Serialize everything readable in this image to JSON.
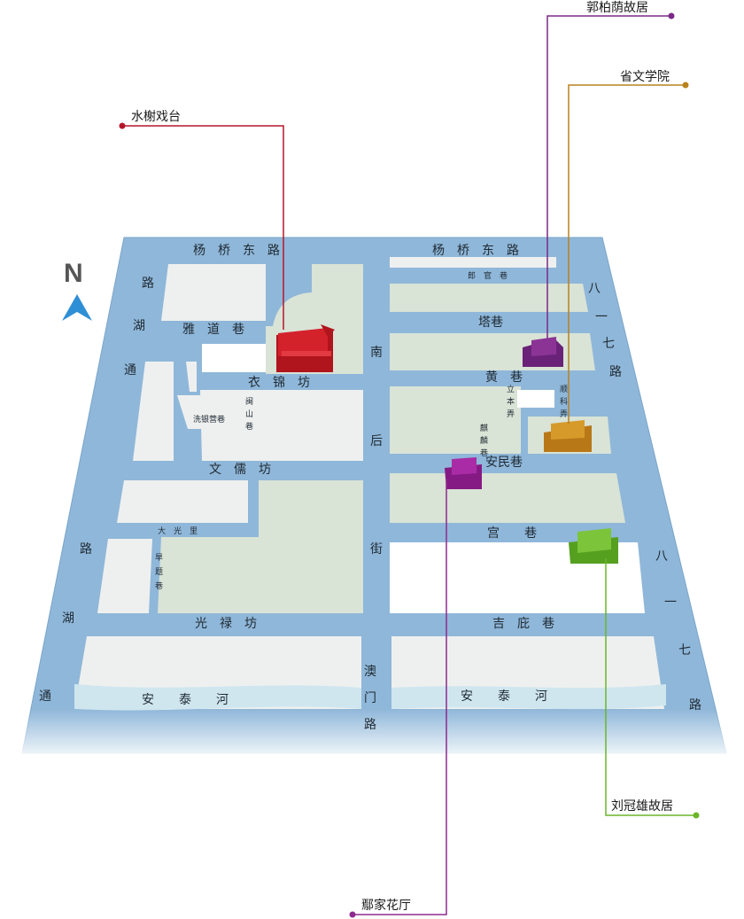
{
  "compass": {
    "label": "N",
    "icon": "north-arrow-icon",
    "color": "#2e8fd6"
  },
  "colors": {
    "road": "#8fb7d9",
    "road_edge": "#7aa5ca",
    "block_green": "#d9e3d6",
    "block_light": "#eef0ef",
    "river": "#cfe6ef"
  },
  "streets": {
    "yangqiao_west": "杨　桥　东　路",
    "yangqiao_east": "杨　桥　东　路",
    "langguan": "郎　官　巷",
    "ta": "塔巷",
    "huang": "黄　巷",
    "yadao": "雅　道　巷",
    "yijin": "衣　锦　坊",
    "xiyinying": "洗银营巷",
    "minshan": [
      "闽",
      "山",
      "巷"
    ],
    "liben": [
      "立",
      "本",
      "弄"
    ],
    "shunke": [
      "顺",
      "科",
      "弄"
    ],
    "qilin": [
      "麒",
      "麟",
      "巷"
    ],
    "anmin": "安民巷",
    "wenru": "文　儒　坊",
    "daguangli": "大　光　里",
    "hanti": [
      "旱",
      "题",
      "巷"
    ],
    "gong": "宫　　巷",
    "guanglu": "光　禄　坊",
    "jiangtai": "吉　庇　巷",
    "nanhoujie": [
      "南",
      "后",
      "街"
    ],
    "aomenlu": [
      "澳",
      "门",
      "路"
    ],
    "hutong_road": [
      "路",
      "湖",
      "通",
      "路",
      "湖",
      "通"
    ],
    "bayiqi_road": [
      "八",
      "一",
      "七",
      "路",
      "八",
      "一",
      "七",
      "路"
    ]
  },
  "river": {
    "west": "安　　泰　　河",
    "east": "安　　泰　　河"
  },
  "landmarks": [
    {
      "name": "水榭戏台",
      "color": "#cc1b24"
    },
    {
      "name": "郭柏荫故居",
      "color": "#7a2a86"
    },
    {
      "name": "省文学院",
      "color": "#c98a1d"
    },
    {
      "name": "刘冠雄故居",
      "color": "#6ab52a"
    },
    {
      "name": "鄢家花厅",
      "color": "#9b1f97"
    }
  ]
}
